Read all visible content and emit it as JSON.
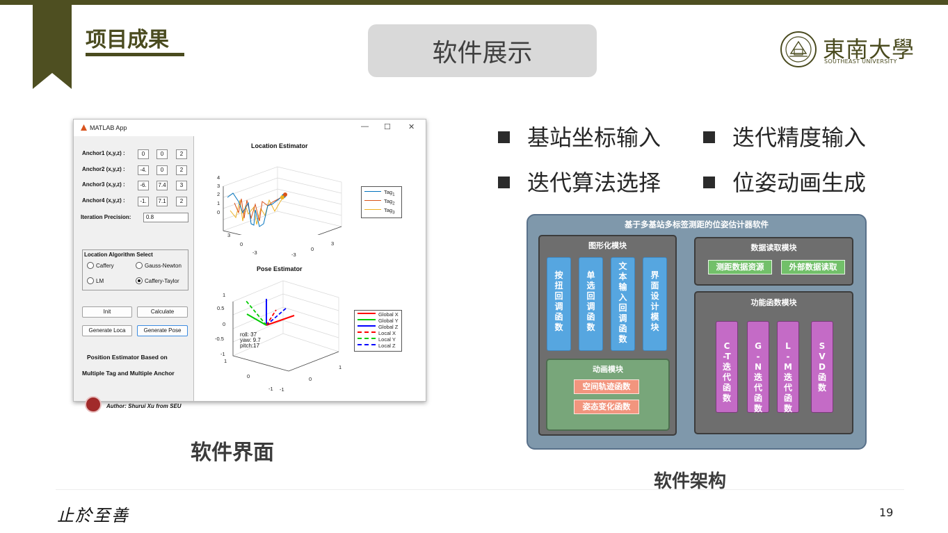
{
  "header": {
    "section_title": "项目成果",
    "slide_title": "软件展示",
    "logo_cn": "東南大學",
    "logo_en": "SOUTHEAST UNIVERSITY"
  },
  "matlab_app": {
    "window_title": "MATLAB App",
    "controls": {
      "minimize": "—",
      "maximize": "☐",
      "close": "✕"
    },
    "anchors": [
      {
        "label": "Anchor1 (x,y,z) :",
        "x": "0",
        "y": "0",
        "z": "2"
      },
      {
        "label": "Anchor2 (x,y,z) :",
        "x": "-4.",
        "y": "0",
        "z": "2"
      },
      {
        "label": "Anchor3 (x,y,z) :",
        "x": "-6.",
        "y": "7.4",
        "z": "3"
      },
      {
        "label": "Anchor4 (x,y,z) :",
        "x": "-1.",
        "y": "7.1",
        "z": "2"
      }
    ],
    "precision_label": "Iteration Precision:",
    "precision_value": "0.8",
    "algo_group_title": "Location Algorithm Select",
    "algos": {
      "caffery": "Caffery",
      "gauss": "Gauss-Newton",
      "lm": "LM",
      "caffery_taylor": "Caffery-Taylor"
    },
    "buttons": {
      "init": "Init",
      "calculate": "Calculate",
      "gen_loca": "Generate Loca",
      "gen_pose": "Generate Pose"
    },
    "desc_line1": "Position Estimator Based on",
    "desc_line2": "Multiple Tag and Multiple Anchor",
    "author": "Author: Shurui Xu from SEU",
    "location_plot": {
      "title": "Location Estimator",
      "z_ticks": [
        "4",
        "3",
        "2",
        "1",
        "0"
      ],
      "x_ticks": [
        "3",
        "0",
        "-3"
      ],
      "y_ticks": [
        "-3",
        "0",
        "3"
      ],
      "legend_tag": "Tag",
      "legend_subs": [
        "1",
        "2",
        "3"
      ],
      "colors": [
        "#0072bd",
        "#d95319",
        "#edb120"
      ]
    },
    "pose_plot": {
      "title": "Pose Estimator",
      "z_ticks": [
        "1",
        "0.5",
        "0",
        "-0.5",
        "-1"
      ],
      "x_ticks": [
        "1",
        "0",
        "-1"
      ],
      "y_ticks": [
        "-1",
        "0",
        "1"
      ],
      "readout": {
        "roll": "roll: 37",
        "yaw": "yaw: 9.7",
        "pitch": "pitch:17"
      },
      "legend": [
        {
          "label": "Global X",
          "color": "#ff0000",
          "style": "solid"
        },
        {
          "label": "Global Y",
          "color": "#00cc00",
          "style": "solid"
        },
        {
          "label": "Global Z",
          "color": "#0000ff",
          "style": "solid"
        },
        {
          "label": "Local X",
          "color": "#ff0000",
          "style": "dashed"
        },
        {
          "label": "Local Y",
          "color": "#00cc00",
          "style": "dashed"
        },
        {
          "label": "Local Z",
          "color": "#0000ff",
          "style": "dashed"
        }
      ]
    }
  },
  "caption_left": "软件界面",
  "caption_right": "软件架构",
  "features": [
    "基站坐标输入",
    "迭代精度输入",
    "迭代算法选择",
    "位姿动画生成"
  ],
  "architecture": {
    "title": "基于多基站多标签测距的位姿估计器软件",
    "gui_panel": {
      "title": "图形化模块",
      "columns": [
        "按扭回调函数",
        "单选回调函数",
        "文本输入回调函数",
        "界面设计模块"
      ]
    },
    "anim_panel": {
      "title": "动画模块",
      "items": [
        "空间轨迹函数",
        "姿态变化函数"
      ]
    },
    "data_panel": {
      "title": "数据读取模块",
      "items": [
        "测距数据资源",
        "外部数据读取"
      ]
    },
    "func_panel": {
      "title": "功能函数模块",
      "columns": [
        "C-T迭代函数",
        "G-N迭代函数",
        "L-M迭代函数",
        "SVD函数"
      ]
    }
  },
  "footer": {
    "motto": "止於至善",
    "page_number": "19"
  },
  "colors": {
    "brand": "#4e4f21",
    "title_box": "#d9d9d9",
    "arch_bg": "#7f98ab"
  }
}
